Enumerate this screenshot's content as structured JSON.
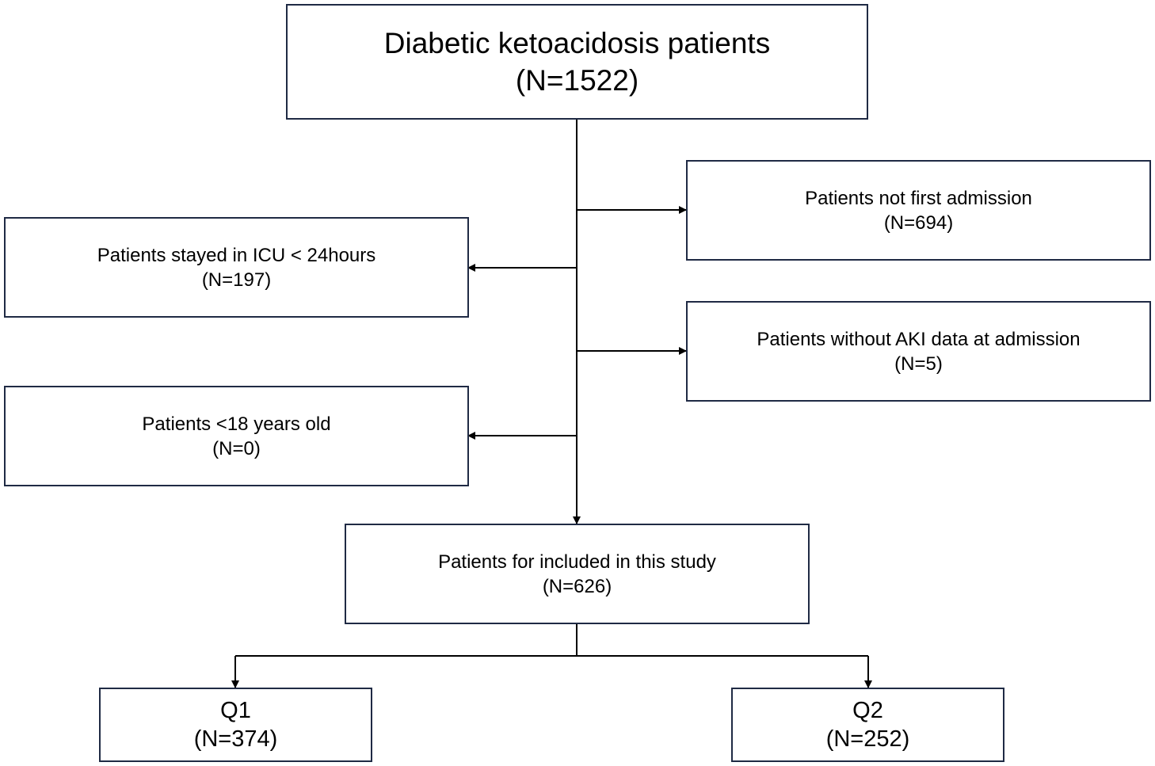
{
  "boxes": {
    "top": {
      "title": "Diabetic ketoacidosis patients",
      "count": "(N=1522)"
    },
    "not_first_admission": {
      "title": "Patients not first admission",
      "count": "(N=694)"
    },
    "icu_less_24h": {
      "title": "Patients stayed in ICU < 24hours",
      "count": "(N=197)"
    },
    "without_aki": {
      "title": "Patients without AKI data at admission",
      "count": "(N=5)"
    },
    "under_18": {
      "title": "Patients <18 years old",
      "count": "(N=0)"
    },
    "included": {
      "title": "Patients for included in this study",
      "count": "(N=626)"
    },
    "q1": {
      "title": "Q1",
      "count": "(N=374)"
    },
    "q2": {
      "title": "Q2",
      "count": "(N=252)"
    }
  },
  "colors": {
    "box_border": "#1f2a44",
    "connector": "#000000"
  }
}
